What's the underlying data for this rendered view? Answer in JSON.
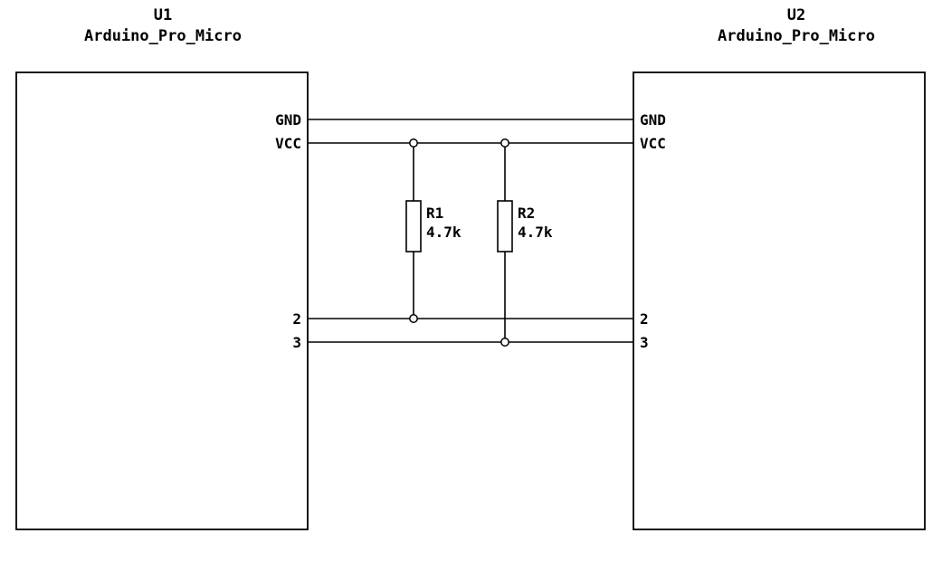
{
  "schematic": {
    "u1": {
      "ref": "U1",
      "value": "Arduino_Pro_Micro",
      "pins": [
        "GND",
        "VCC",
        "2",
        "3"
      ]
    },
    "u2": {
      "ref": "U2",
      "value": "Arduino_Pro_Micro",
      "pins": [
        "GND",
        "VCC",
        "2",
        "3"
      ]
    },
    "r1": {
      "ref": "R1",
      "value": "4.7k"
    },
    "r2": {
      "ref": "R2",
      "value": "4.7k"
    },
    "colors": {
      "wire": "#000000",
      "background": "#ffffff"
    }
  }
}
